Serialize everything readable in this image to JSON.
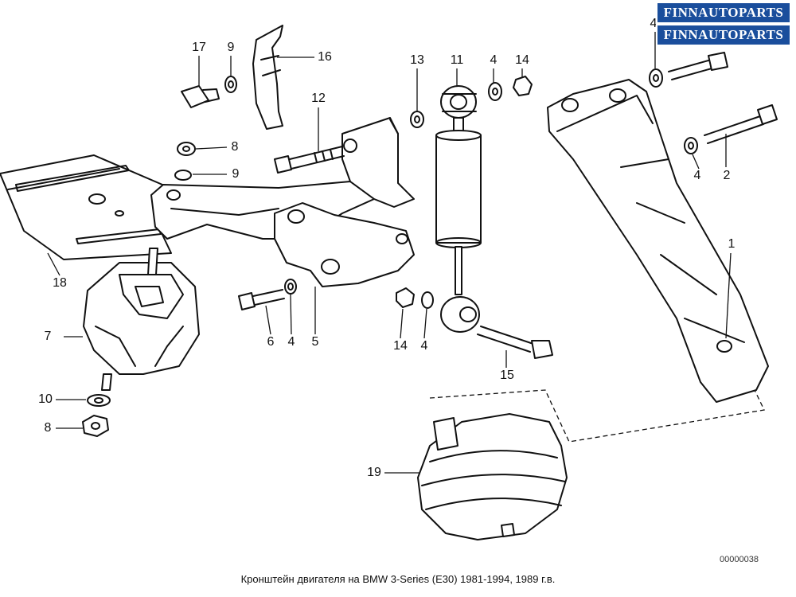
{
  "watermark": {
    "line1": "FINNAUTOPARTS",
    "line2": "FINNAUTOPARTS",
    "bg_color": "#1a4e9c"
  },
  "caption": "Кронштейн двигателя на BMW 3-Series (E30) 1981-1994, 1989 г.в.",
  "diagram_code": "00000038",
  "part_labels": [
    "17",
    "9",
    "16",
    "13",
    "11",
    "4",
    "14",
    "4",
    "12",
    "8",
    "9",
    "2",
    "4",
    "1",
    "18",
    "7",
    "6",
    "4",
    "5",
    "14",
    "4",
    "15",
    "10",
    "8",
    "19"
  ]
}
